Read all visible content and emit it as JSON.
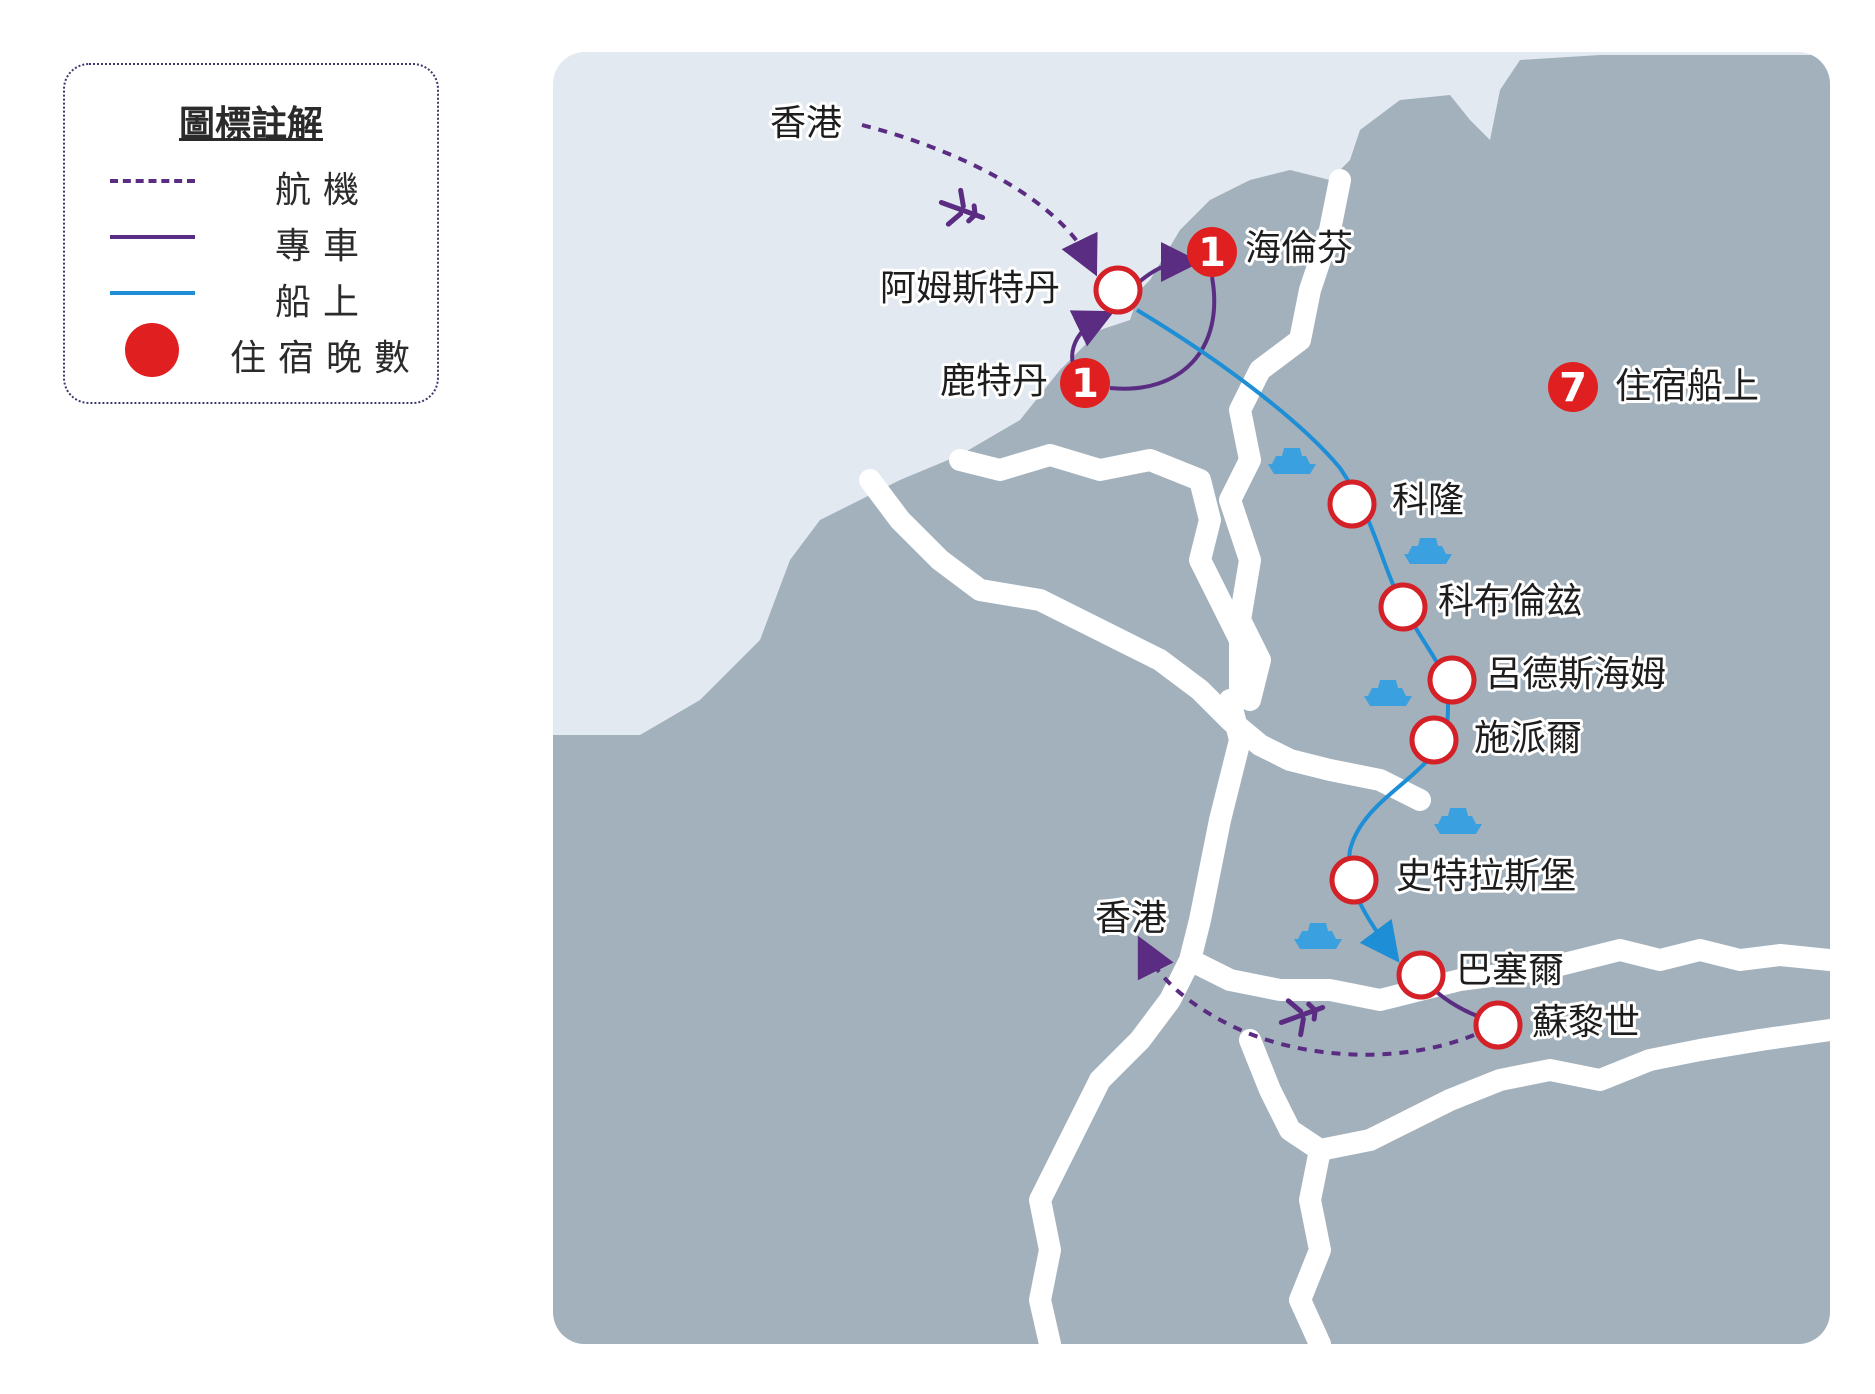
{
  "legend": {
    "title": "圖標註解",
    "items": [
      {
        "label": "航機",
        "kind": "flight"
      },
      {
        "label": "專車",
        "kind": "car"
      },
      {
        "label": "船上",
        "kind": "ship"
      },
      {
        "label": "住宿晚數",
        "kind": "night-dot"
      }
    ]
  },
  "colors": {
    "flight": "#5b2d82",
    "car": "#5b2d82",
    "ship": "#1e8fd6",
    "night_dot": "#e02020",
    "land_dark": "#a2b1bc",
    "land_light": "#e3e9f1"
  },
  "map": {
    "origin_label": "香港",
    "return_label": "香港",
    "cities": {
      "amsterdam": {
        "label": "阿姆斯特丹"
      },
      "rotterdam": {
        "label": "鹿特丹",
        "nights": "1"
      },
      "haarlem": {
        "label": "海倫芬",
        "nights": "1"
      },
      "cologne": {
        "label": "科隆"
      },
      "koblenz": {
        "label": "科布倫玆"
      },
      "rudesheim": {
        "label": "呂德斯海姆"
      },
      "speyer": {
        "label": "施派爾"
      },
      "strasbourg": {
        "label": "史特拉斯堡"
      },
      "basel": {
        "label": "巴塞爾"
      },
      "zurich": {
        "label": "蘇黎世"
      }
    },
    "onboard": {
      "nights": "7",
      "label": "住宿船上"
    }
  }
}
